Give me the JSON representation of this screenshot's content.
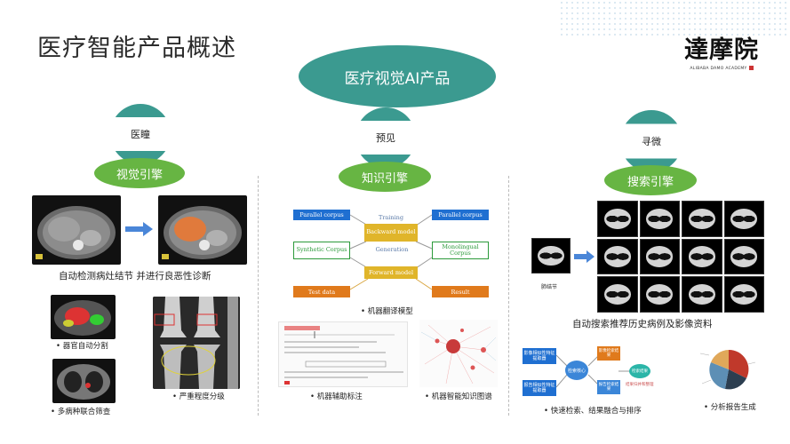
{
  "header": {
    "title": "医疗智能产品概述"
  },
  "logo": {
    "text": "達摩院",
    "subtitle": "ALIBABA DAMO ACADEMY"
  },
  "center": {
    "product": "医疗视觉AI产品"
  },
  "columns": [
    {
      "sphere": "医瞳",
      "engine": "视觉引擎",
      "caption": "自动检测病灶结节 并进行良恶性诊断",
      "items": [
        "• 器官自动分割",
        "• 多病种联合筛查",
        "• 严重程度分级"
      ]
    },
    {
      "sphere": "预见",
      "engine": "知识引擎",
      "items": [
        "• 机器翻译模型",
        "• 机器辅助标注",
        "• 机器智能知识图谱"
      ]
    },
    {
      "sphere": "寻微",
      "engine": "搜索引擎",
      "caption": "自动搜索推荐历史病例及影像资料",
      "nodule": "肺结节",
      "items": [
        "• 快速检索、结果融合与排序",
        "• 分析报告生成"
      ]
    }
  ],
  "mt_diagram": {
    "parallel_left": "Parallel corpus",
    "parallel_right": "Parallel corpus",
    "training": "Training",
    "backward": "Backward model",
    "synthetic": "Synthetic Corpus",
    "generation": "Generation",
    "monolingual": "Monolingual Corpus",
    "forward": "Forward model",
    "test": "Test data",
    "result": "Result"
  },
  "search_flow": {
    "img_feat": "影像相似性特征提取器",
    "rep_feat": "报告相似性特征提取器",
    "core": "检索核心",
    "img_res": "影像检索结果",
    "rep_res": "报告检索结果",
    "fuse": "结果归并和整理",
    "final": "检索结果"
  },
  "colors": {
    "teal": "#3b9a90",
    "green": "#67b543",
    "blue": "#1f6fd1",
    "orange": "#e07a1c",
    "gold": "#e0b52a"
  }
}
